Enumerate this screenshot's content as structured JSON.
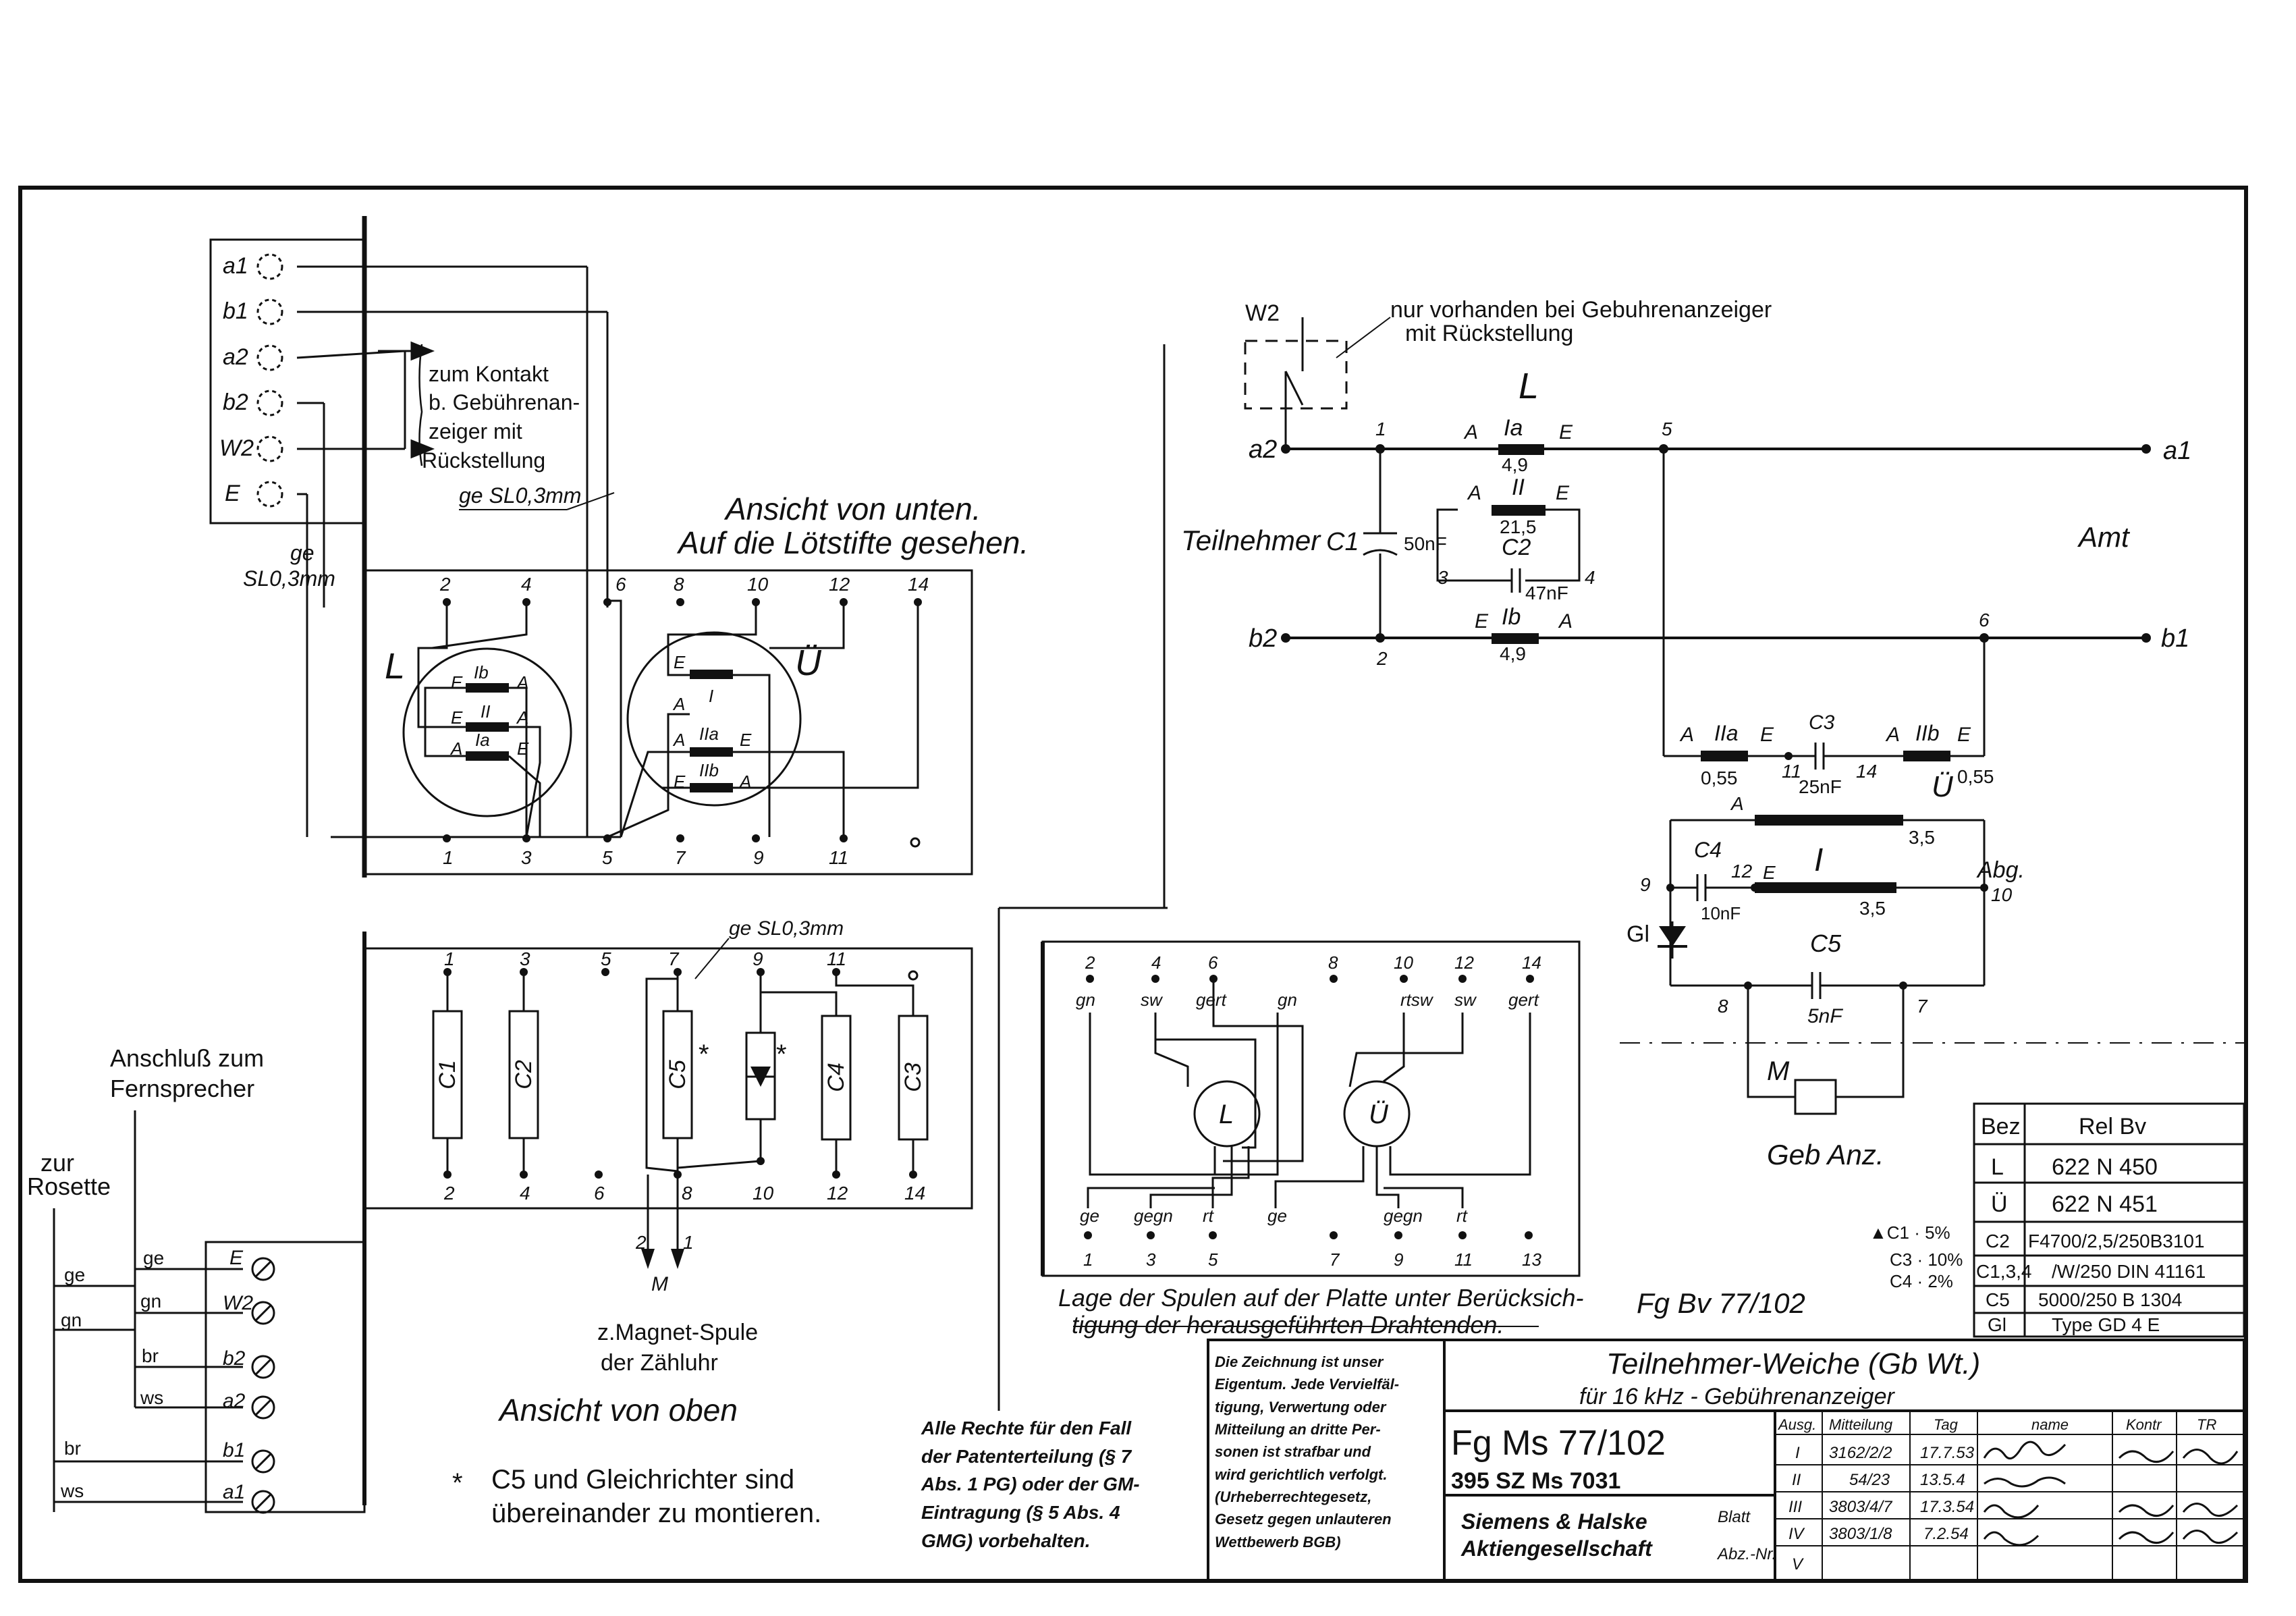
{
  "top_view": {
    "connector_pins": [
      "a1",
      "b1",
      "a2",
      "b2",
      "W2",
      "E"
    ],
    "note_lines": [
      "zum Kontakt",
      "b. Gebührenan-",
      "zeiger mit",
      "Rückstellung"
    ],
    "wire_label": "ge SL0,3mm",
    "wire_label_left_1": "ge",
    "wire_label_left_2": "SL0,3mm",
    "heading_1": "Ansicht von unten.",
    "heading_2": "Auf die Lötstifte gesehen.",
    "coil_label_L": "L",
    "coil_label_U": "Ü",
    "coil_texts": {
      "E": "E",
      "A": "A",
      "Ib": "Ib",
      "II": "II",
      "Ia": "Ia",
      "I": "I",
      "IIa": "IIa",
      "IIb": "IIb"
    },
    "pins_top": [
      "2",
      "4",
      "6",
      "8",
      "10",
      "12",
      "14"
    ],
    "pins_bottom": [
      "1",
      "3",
      "5",
      "7",
      "9",
      "11"
    ]
  },
  "bottom_view": {
    "wire_label": "ge SL0,3mm",
    "pins_top": [
      "1",
      "3",
      "5",
      "7",
      "9",
      "11"
    ],
    "pins_bottom": [
      "2",
      "4",
      "6",
      "8",
      "10",
      "12",
      "14"
    ],
    "components": [
      "C1",
      "C2",
      "C5",
      "C4",
      "C3"
    ],
    "star": "*",
    "m_pins": [
      "2",
      "1"
    ],
    "m_label": "M",
    "magnet_1": "z.Magnet-Spule",
    "magnet_2": "der Zähluhr",
    "heading": "Ansicht von oben",
    "note_1": "C5 und Gleichrichter sind",
    "note_2": "übereinander zu montieren."
  },
  "connection": {
    "title_1": "Anschluß zum",
    "title_2": "Fernsprecher",
    "rosette_1": "zur",
    "rosette_2": "Rosette",
    "wires_left": [
      "ge",
      "gn",
      "br",
      "ws"
    ],
    "wires_inner": [
      "ge",
      "gn",
      "br",
      "ws"
    ],
    "terminals": [
      "E",
      "W2",
      "b2",
      "a2",
      "b1",
      "a1"
    ]
  },
  "coil_plate": {
    "pins_top": [
      "2",
      "4",
      "6",
      "8",
      "10",
      "12",
      "14"
    ],
    "colors_top": [
      "gn",
      "sw",
      "gert",
      "gn",
      "rtsw",
      "sw",
      "gert"
    ],
    "coils": [
      "L",
      "Ü"
    ],
    "colors_bottom": [
      "ge",
      "gegn",
      "rt",
      "ge",
      "gegn",
      "rt"
    ],
    "pins_bottom": [
      "1",
      "3",
      "5",
      "7",
      "9",
      "11",
      "13"
    ],
    "caption_1": "Lage der Spulen auf der Platte unter Berücksich-",
    "caption_2": "tigung der herausgeführten Drahtenden."
  },
  "schematic": {
    "w2": "W2",
    "note_1": "nur vorhanden bei Gebuhrenanzeiger",
    "note_2": "mit Rückstellung",
    "a2": "a2",
    "b2": "b2",
    "a1": "a1",
    "b1": "b1",
    "L": "L",
    "teilnehmer": "Teilnehmer",
    "c1": "C1",
    "c1_val": "50nF",
    "amt": "Amt",
    "c2": "C2",
    "c2_val": "47nF",
    "coil_Ia": "Ia",
    "coil_Ia_val": "4,9",
    "coil_II": "II",
    "coil_II_val": "21,5",
    "coil_Ib": "Ib",
    "coil_Ib_val": "4,9",
    "coil_IIa": "IIa",
    "coil_IIa_val": "0,55",
    "coil_IIb": "IIb",
    "coil_IIb_val": "0,55",
    "c3": "C3",
    "c3_val": "25nF",
    "u_label": "Ü",
    "coil_I": "I",
    "coil_I_val1": "3,5",
    "coil_I_val2": "3,5",
    "c4": "C4",
    "c4_val": "10nF",
    "abg": "Abg.",
    "gl": "Gl",
    "c5": "C5",
    "c5_val": "5nF",
    "m": "M",
    "geb_anz": "Geb Anz.",
    "node_numbers": {
      "n1": "1",
      "n2": "2",
      "n3": "3",
      "n4": "4",
      "n5": "5",
      "n6": "6",
      "n7": "7",
      "n8": "8",
      "n9": "9",
      "n10": "10",
      "n11": "11",
      "n12": "12",
      "n14": "14"
    },
    "ea": {
      "E": "E",
      "A": "A"
    }
  },
  "parts_table": {
    "headers": [
      "Bez",
      "Rel Bv"
    ],
    "rows": [
      [
        "L",
        "622 N 450"
      ],
      [
        "Ü",
        "622 N 451"
      ],
      [
        "C2",
        "F4700/2,5/250B3101"
      ],
      [
        "C1,3,4",
        "/W/250 DIN 41161"
      ],
      [
        "C5",
        "5000/250 B 1304"
      ],
      [
        "Gl",
        "Type GD 4 E"
      ]
    ],
    "tolerances": [
      "▲C1 · 5%",
      "C3 · 10%",
      "C4 · 2%"
    ]
  },
  "fg_ref": "Fg Bv 77/102",
  "rights_note": [
    "Alle Rechte für den Fall",
    "der Patenterteilung (§ 7",
    "Abs. 1 PG) oder der GM-",
    "Eintragung (§ 5 Abs. 4",
    "GMG) vorbehalten."
  ],
  "title_block": {
    "copyright": [
      "Die Zeichnung ist unser",
      "Eigentum. Jede Vervielfäl-",
      "tigung, Verwertung oder",
      "Mitteilung an dritte Per-",
      "sonen ist strafbar und",
      "wird gerichtlich verfolgt.",
      "(Urheberrechtegesetz,",
      "Gesetz gegen unlauteren",
      "Wettbewerb BGB)"
    ],
    "title": "Teilnehmer-Weiche (Gb Wt.)",
    "subtitle": "für 16 kHz - Gebührenanzeiger",
    "number": "Fg Ms 77/102",
    "sub_number": "395 SZ Ms 7031",
    "company_1": "Siemens & Halske",
    "company_2": "Aktiengesellschaft",
    "blatt": "Blatt",
    "abz": "Abz.-Nr.",
    "rev_headers": [
      "Ausg.",
      "Mitteilung",
      "Tag",
      "name",
      "Kontr",
      "TR"
    ],
    "rev_rows": [
      [
        "I",
        "3162/2/2",
        "17.7.53"
      ],
      [
        "II",
        "54/23",
        "13.5.4"
      ],
      [
        "III",
        "3803/4/7",
        "17.3.54"
      ],
      [
        "IV",
        "3803/1/8",
        "7.2.54"
      ],
      [
        "V",
        "",
        ""
      ]
    ]
  }
}
